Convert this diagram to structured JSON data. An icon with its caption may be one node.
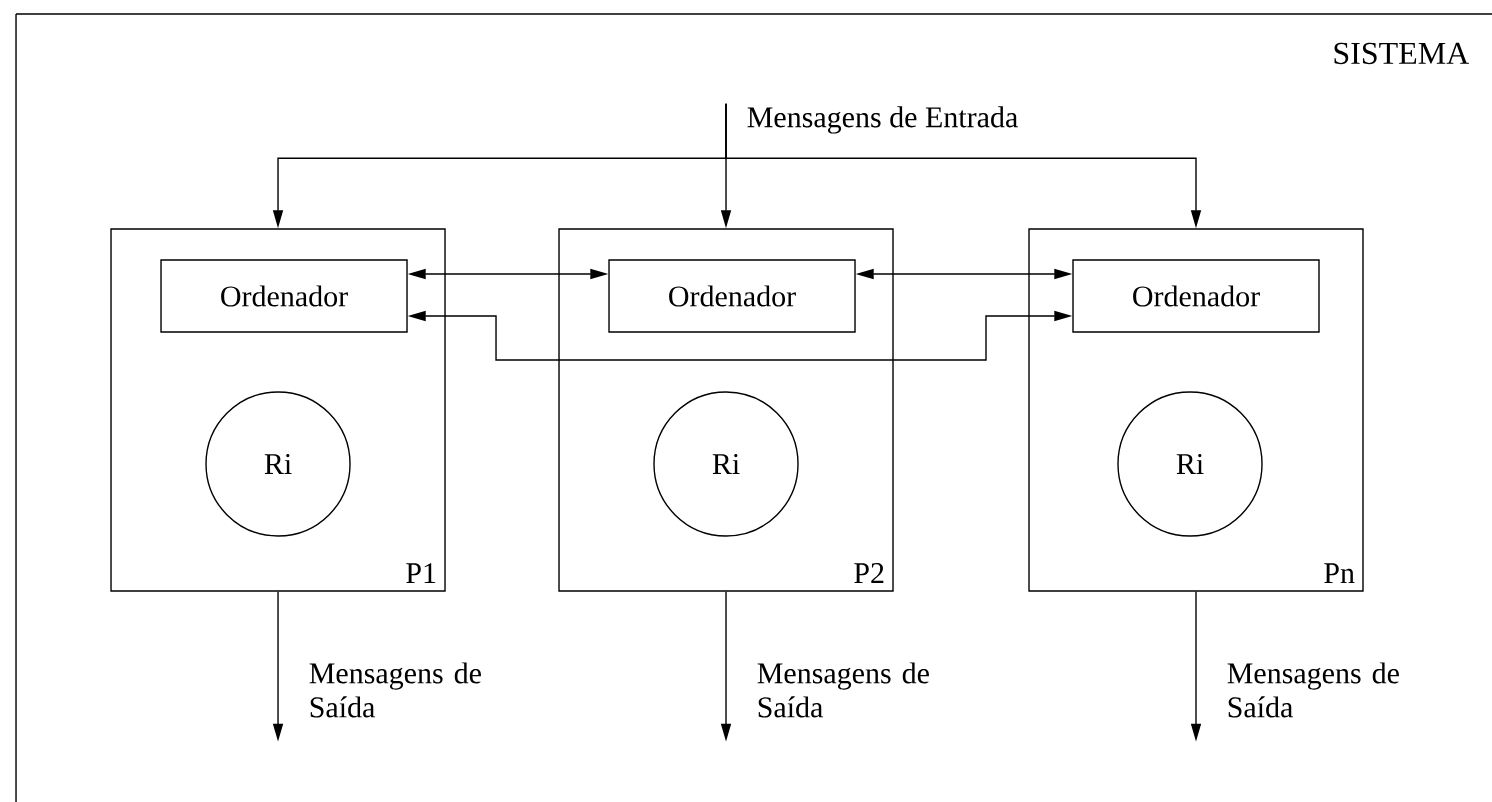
{
  "diagram": {
    "nodes": [
      {
        "text": [
          "SISTEMA"
        ]
      },
      {
        "text": [
          "P1"
        ],
        "in": 0
      },
      {
        "text": [
          "Ordenador"
        ],
        "in": 1
      },
      {
        "text": [
          "Ri"
        ],
        "in": 1
      },
      {
        "text": [
          "P2"
        ],
        "in": 0
      },
      {
        "text": [
          "Ordenador"
        ],
        "in": 4
      },
      {
        "text": [
          "Ri"
        ],
        "in": 4
      },
      {
        "text": [
          "Pn"
        ],
        "in": 0
      },
      {
        "text": [
          "Ordenador"
        ],
        "in": 7
      },
      {
        "text": [
          "Ri"
        ],
        "in": 7
      },
      {
        "text": [
          "Mensagens de Entrada"
        ],
        "in": 0
      }
    ],
    "edges": [
      {
        "from": 10,
        "to": 1,
        "arrow": "to"
      },
      {
        "from": 10,
        "to": 4,
        "arrow": "to"
      },
      {
        "from": 10,
        "to": 7,
        "arrow": "to"
      },
      {
        "from": 2,
        "to": 5,
        "arrow": "both"
      },
      {
        "from": 5,
        "to": 8,
        "arrow": "both"
      },
      {
        "from": 2,
        "to": 8,
        "arrow": "both"
      },
      {
        "from": 1,
        "to": null,
        "arrow": "to",
        "label": "Mensagens de Saída"
      },
      {
        "from": 4,
        "to": null,
        "arrow": "to",
        "label": "Mensagens de Saída"
      },
      {
        "from": 7,
        "to": null,
        "arrow": "to",
        "label": "Mensagens de Saída"
      }
    ]
  }
}
